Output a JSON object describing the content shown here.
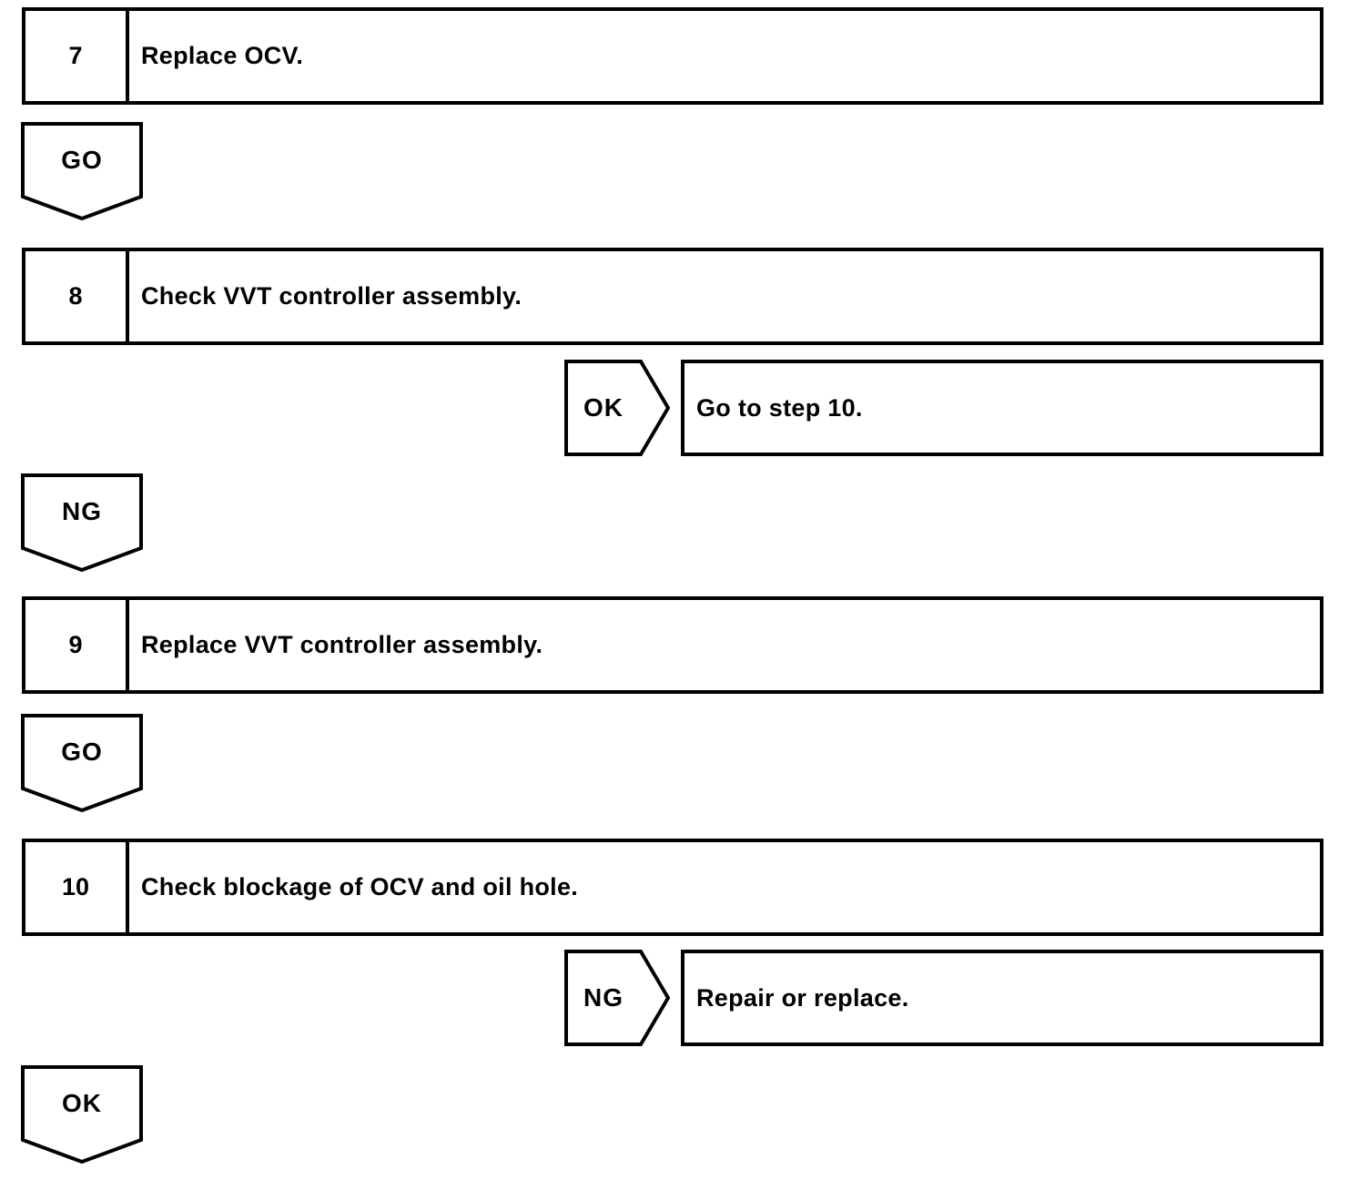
{
  "flowchart": {
    "steps": [
      {
        "number": "7",
        "text": "Replace OCV."
      },
      {
        "number": "8",
        "text": "Check VVT controller assembly."
      },
      {
        "number": "9",
        "text": "Replace VVT controller assembly."
      },
      {
        "number": "10",
        "text": "Check blockage of OCV and oil hole."
      }
    ],
    "connectors": [
      {
        "label": "GO"
      },
      {
        "label": "NG"
      },
      {
        "label": "GO"
      },
      {
        "label": "OK"
      }
    ],
    "branches": [
      {
        "label": "OK",
        "text": "Go to step 10."
      },
      {
        "label": "NG",
        "text": "Repair or replace."
      }
    ],
    "colors": {
      "line": "#000000",
      "background": "#ffffff"
    }
  }
}
